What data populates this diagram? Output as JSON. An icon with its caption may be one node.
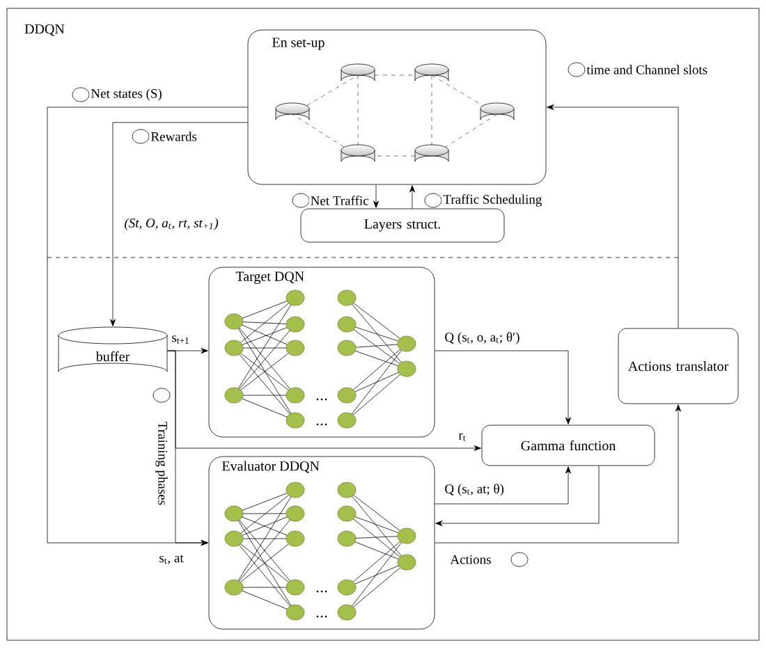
{
  "diagram": {
    "nodes": [
      {
        "text": [
          "DDQN"
        ]
      },
      {
        "text": [
          "En set-up"
        ],
        "in": 0
      },
      {
        "text": [
          "Layers struct."
        ],
        "in": 0
      },
      {
        "text": [
          "buffer"
        ],
        "in": 0
      },
      {
        "text": [
          "Target DQN"
        ],
        "in": 0
      },
      {
        "text": [
          "Evaluator DDQN"
        ],
        "in": 0
      },
      {
        "text": [
          "Gamma function"
        ],
        "in": 0
      },
      {
        "text": [
          "Actions translator"
        ],
        "in": 0
      }
    ],
    "edges": [
      {
        "from": 1,
        "to": 5,
        "arrow": "to",
        "label": "Net states (S)"
      },
      {
        "from": 1,
        "to": 3,
        "arrow": "to",
        "label": "Rewards"
      },
      {
        "from": 3,
        "to": 4,
        "arrow": "to",
        "label": "s$_{t+1}$"
      },
      {
        "from": 3,
        "to": 6,
        "arrow": "to",
        "label": "r$_{t}$"
      },
      {
        "from": 3,
        "to": 5,
        "arrow": "to"
      },
      {
        "from": 4,
        "to": 6,
        "arrow": "to",
        "label": "Q (s$_{t}$, o, a$_{t}$; θ′)"
      },
      {
        "from": 5,
        "to": 6,
        "arrow": "to",
        "label": "Q (s$_{t}$, at; θ)"
      },
      {
        "from": 6,
        "to": 5,
        "arrow": "to"
      },
      {
        "from": 5,
        "to": 7,
        "arrow": "to",
        "label": "Actions"
      },
      {
        "from": 7,
        "to": 1,
        "arrow": "to"
      },
      {
        "from": 1,
        "to": 2,
        "arrow": "to",
        "label": "Net Traffic"
      },
      {
        "from": 2,
        "to": 1,
        "arrow": "to",
        "label": "Traffic Scheduling"
      }
    ],
    "labels": [
      "time and Channel slots",
      "(St, O, a$_{t}$, rt, st$_{+1}$)",
      "Training phases",
      "s$_{t}$, at"
    ]
  }
}
